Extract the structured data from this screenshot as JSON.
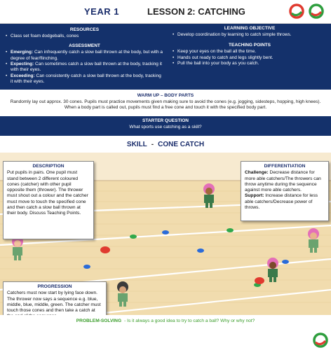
{
  "header": {
    "year": "YEAR 1",
    "lesson": "LESSON 2: CATCHING"
  },
  "resources": {
    "title": "RESOURCES",
    "items": [
      "Class set foam dodgeballs, cones"
    ]
  },
  "assessment": {
    "title": "ASSESSMENT",
    "items": [
      {
        "label": "Emerging:",
        "text": " Can infrequently catch a slow ball thrown at the body, but with a degree of fear/flinching."
      },
      {
        "label": "Expecting:",
        "text": " Can sometimes catch a slow ball thrown at the body, tracking it with their eyes."
      },
      {
        "label": "Exceeding:",
        "text": " Can consistently catch a slow ball thrown at the body, tracking it with their eyes."
      }
    ]
  },
  "objective": {
    "title": "LEARNING OBJECTIVE",
    "items": [
      "Develop coordination by learning to catch simple throws."
    ]
  },
  "teaching_points": {
    "title": "TEACHING POINTS",
    "items": [
      "Keep your eyes on the ball all the time.",
      "Hands out ready to catch and legs slightly bent.",
      "Pull the ball into your body as you catch."
    ]
  },
  "warmup": {
    "title": "WARM UP – BODY PARTS",
    "text": "Randomly lay out approx. 30 cones. Pupils must practice movements given making sure to avoid the cones (e.g. jogging, sidesteps, hopping, high knees). When a body part is called out, pupils must find a free cone and touch it with the specified body part."
  },
  "starter": {
    "title": "STARTER QUESTION",
    "text": "What sports use catching as a skill?"
  },
  "skill": {
    "prefix": "SKILL",
    "dash": "-",
    "name": "CONE CATCH"
  },
  "description": {
    "title": "DESCRIPTION",
    "text": "Put pupils in pairs. One pupil must stand between 2 different coloured cones (catcher) with other pupil opposite them (thrower). The thrower must shout out a colour and the catcher must move to touch the specified cone and then catch a slow ball thrown at their body. Discuss Teaching Points."
  },
  "differentiation": {
    "title": "DIFFERENTIATION",
    "challenge_label": "Challenge:",
    "challenge_text": " Decrease distance for more able catchers/The throwers can throw anytime during the sequence against more able catchers.",
    "support_label": "Support:",
    "support_text": " Increase distance for less able catchers/Decrease power of throws."
  },
  "progression": {
    "title": "PROGRESSION",
    "text": "Catchers must now start by lying face down. The thrower now says a sequence e.g. blue, middle, blue, middle, green. The catcher must touch those cones and then take a catch at the end of the sequence."
  },
  "problem_solving": {
    "label": "PROBLEM-SOLVING",
    "separator": "-",
    "text": "Is it always a good idea to try to catch a ball? Why or why not?"
  },
  "colors": {
    "navy": "#14316b",
    "floor": "#f1d9a6",
    "green": "#3a9d2a",
    "red": "#e03a2f",
    "cone_blue": "#2a6bd9",
    "cone_green": "#2fa84b"
  },
  "icons": [
    "logo-icon",
    "cone-icon",
    "ball-icon",
    "pupil-figure"
  ]
}
